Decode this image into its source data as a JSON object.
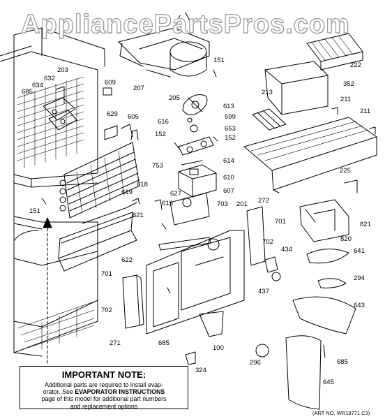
{
  "watermark": "AppliancePartsPros.com",
  "labels": [
    "203",
    "632",
    "634",
    "685",
    "609",
    "629",
    "605",
    "151",
    "207",
    "205",
    "222",
    "352",
    "213",
    "211",
    "211",
    "613",
    "599",
    "616",
    "653",
    "152",
    "152",
    "614",
    "753",
    "610",
    "607",
    "618",
    "619",
    "627",
    "615",
    "151",
    "703",
    "201",
    "272",
    "701",
    "621",
    "622",
    "225",
    "821",
    "820",
    "641",
    "294",
    "702",
    "434",
    "437",
    "643",
    "701",
    "702",
    "271",
    "685",
    "100",
    "685",
    "645",
    "296",
    "324"
  ],
  "note": {
    "title": "IMPORTANT NOTE:",
    "line1": "Additional parts are required to install evap-",
    "line2_pre": "orator. See",
    "line2_bold": "EVAPORATOR INSTRUCTIONS",
    "line3": "page of this model for additional part numbers",
    "line4": "and replacement options"
  },
  "art_no": "(ART NO. WR19771 C3)"
}
